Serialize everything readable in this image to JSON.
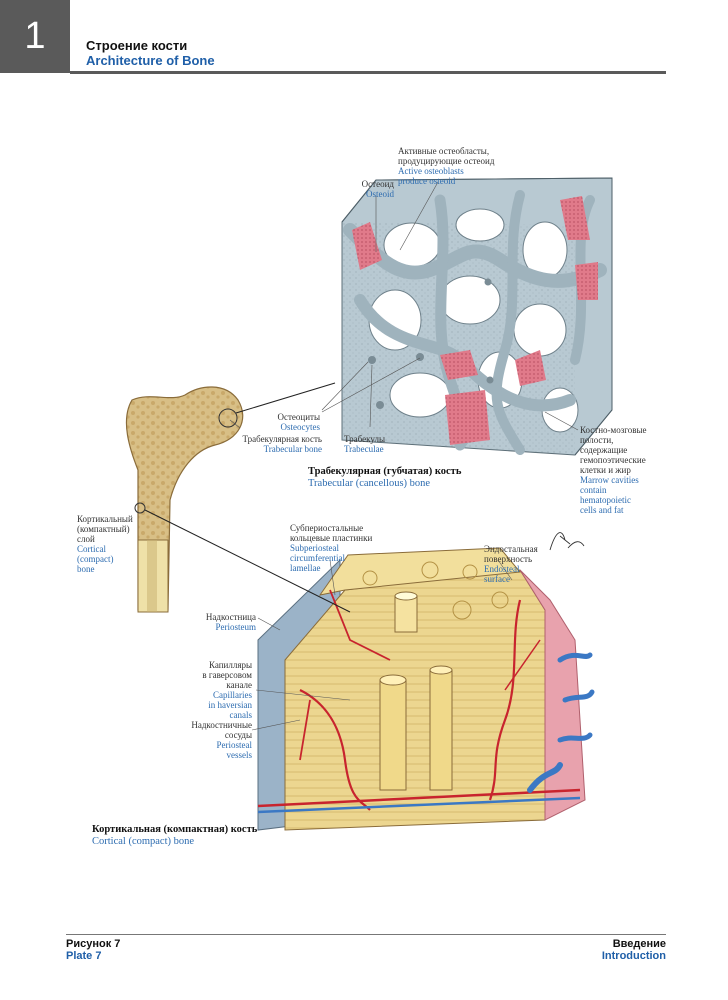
{
  "header": {
    "chapter_number": "1",
    "title_ru": "Строение кости",
    "title_en": "Architecture of Bone"
  },
  "labels": {
    "osteoid": {
      "ru": "Остеоид",
      "en": "Osteoid"
    },
    "osteoblasts": {
      "ru1": "Активные остеобласты,",
      "ru2": "продуцирующие остеоид",
      "en1": "Active osteoblasts",
      "en2": "produce osteoid"
    },
    "osteocytes": {
      "ru": "Остеоциты",
      "en": "Osteocytes"
    },
    "trabecular_bone": {
      "ru": "Трабекулярная кость",
      "en": "Trabecular bone"
    },
    "trabeculae": {
      "ru": "Трабекулы",
      "en": "Trabeculae"
    },
    "marrow": {
      "ru1": "Костно-мозговые",
      "ru2": "полости,",
      "ru3": "содержащие",
      "ru4": "гемопоэтические",
      "ru5": "клетки и жир",
      "en1": "Marrow cavities",
      "en2": "contain",
      "en3": "hematopoietic",
      "en4": "cells and fat"
    },
    "trabecular_title": {
      "ru": "Трабекулярная (губчатая) кость",
      "en": "Trabecular (cancellous) bone"
    },
    "cortical_layer": {
      "ru1": "Кортикальный",
      "ru2": "(компактный)",
      "ru3": "слой",
      "en1": "Cortical",
      "en2": "(compact)",
      "en3": "bone"
    },
    "subperiosteal": {
      "ru1": "Субпериостальные",
      "ru2": "кольцевые пластинки",
      "en1": "Subperiosteal",
      "en2": "circumferential",
      "en3": "lamellae"
    },
    "endosteal": {
      "ru1": "Эндостальная",
      "ru2": "поверхность",
      "en1": "Endosteal",
      "en2": "surface"
    },
    "periosteum": {
      "ru": "Надкостница",
      "en": "Periosteum"
    },
    "capillaries": {
      "ru1": "Капилляры",
      "ru2": "в гаверсовом",
      "ru3": "канале",
      "en1": "Capillaries",
      "en2": "in haversian",
      "en3": "canals"
    },
    "periosteal_vessels": {
      "ru1": "Надкостничные",
      "ru2": "сосуды",
      "en1": "Periosteal",
      "en2": "vessels"
    },
    "cortical_title": {
      "ru": "Кортикальная (компактная) кость",
      "en": "Cortical (compact) bone"
    }
  },
  "footer": {
    "plate_ru": "Рисунок 7",
    "plate_en": "Plate 7",
    "section_ru": "Введение",
    "section_en": "Introduction"
  },
  "colors": {
    "accent_blue": "#1f5fa8",
    "tab_gray": "#5a5a5a",
    "trabecula_gray": "#a9bcc6",
    "osteoid_pink": "#d9667a",
    "bone_yellow": "#ead58a",
    "vessel_red": "#c8242e",
    "vein_blue": "#3b78c4"
  }
}
